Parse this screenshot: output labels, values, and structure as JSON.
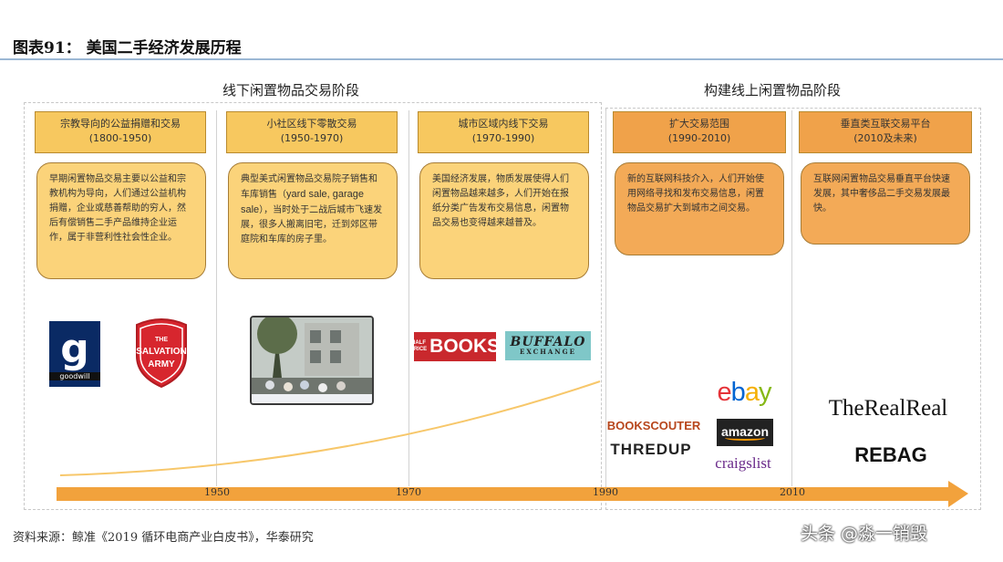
{
  "figure": {
    "title": "图表91：  美国二手经济发展历程",
    "source": "资料来源：鲸准《2019 循环电商产业白皮书》，华泰研究",
    "watermark": "头条 @淼一销毁"
  },
  "phases": [
    {
      "label": "线下闲置物品交易阶段"
    },
    {
      "label": "构建线上闲置物品阶段"
    }
  ],
  "stages": [
    {
      "title": "宗教导向的公益捐赠和交易",
      "period": "(1800-1950)",
      "description": "早期闲置物品交易主要以公益和宗教机构为导向，人们通过公益机构捐赠，企业或慈善帮助的穷人，然后有偿销售二手产品维持企业运作，属于非营利性社会性企业。"
    },
    {
      "title": "小社区线下零散交易",
      "period": "(1950-1970)",
      "description_pre": "典型美式闲置物品交易院子销售和车库销售（",
      "description_en": "yard sale, garage sale",
      "description_post": "），当时处于二战后城市飞速发展，很多人搬离旧宅，迁到郊区带庭院和车库的房子里。"
    },
    {
      "title": "城市区域内线下交易",
      "period": "(1970-1990)",
      "description": "美国经济发展，物质发展使得人们闲置物品越来越多，人们开始在报纸分类广告发布交易信息，闲置物品交易也变得越来越普及。"
    },
    {
      "title": "扩大交易范围",
      "period": "(1990-2010)",
      "description": "新的互联网科技介入，人们开始使用网络寻找和发布交易信息，闲置物品交易扩大到城市之间交易。"
    },
    {
      "title": "垂直类互联交易平台",
      "period": "(2010及未来)",
      "description": "互联网闲置物品交易垂直平台快速发展，其中奢侈品二手交易发展最快。"
    }
  ],
  "logos": {
    "goodwill": {
      "glyph": "g",
      "text": "goodwill"
    },
    "salvation_army": {
      "line1": "THE",
      "line2": "SALVATION",
      "line3": "ARMY"
    },
    "photo": {
      "icon": "garage-sale-photo"
    },
    "half_price_books": {
      "small": "HALF PRICE",
      "text": "BOOKS"
    },
    "buffalo_exchange": {
      "text": "BUFFALO",
      "sub": "EXCHANGE"
    },
    "ebay": {
      "letters": [
        "e",
        "b",
        "a",
        "y"
      ]
    },
    "amazon": {
      "text": "amazon"
    },
    "bookscouter": {
      "text": "BOOKSCOUTER"
    },
    "thredup": {
      "text": "THREDUP"
    },
    "craigslist": {
      "text": "craigslist"
    },
    "therealreal": {
      "text": "TheRealReal"
    },
    "rebag": {
      "text": "REBAG"
    }
  },
  "timeline": {
    "years": [
      "1950",
      "1970",
      "1990",
      "2010"
    ],
    "arrow_color": "#f2a23c",
    "curve_color": "#f7c76a"
  },
  "colors": {
    "stage_light": "#f7c85f",
    "stage_dark": "#f0a24a",
    "title_rule": "#9bb7d4"
  }
}
